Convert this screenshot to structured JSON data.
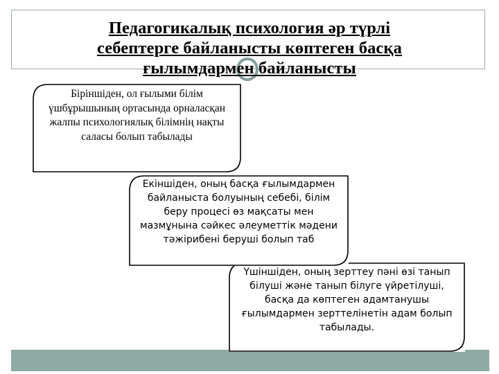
{
  "slide": {
    "title_lines": [
      "Педагогикалық психология әр түрлі",
      "себептерге байланысты көптеген басқа",
      "ғылымдармен байланысты"
    ],
    "boxes": [
      {
        "id": "box-1",
        "text": "Біріншіден, ол ғылыми білім үшбұрышының ортасында орналасқан жалпы психологиялық білімнің нақты саласы болып табылады"
      },
      {
        "id": "box-2",
        "text": "Екіншіден, оның басқа ғылымдармен байланыста болуының себебі, білім беру процесі өз мақсаты мен мазмұнына сәйкес әлеуметтік мәдени тәжірибені беруші болып таб"
      },
      {
        "id": "box-3",
        "text": "Үшіншіден, оның зерттеу пәні өзі танып білуші және танып білуге үйретілуші, басқа да көптеген адамтанушы ғылымдармен зерттелінетін адам болып табылады."
      }
    ],
    "colors": {
      "footer_band": "#8fa9a5",
      "title_frame": "#9aa8aa",
      "ring": "#7e9897",
      "text": "#000000",
      "box_border": "#000000"
    }
  }
}
